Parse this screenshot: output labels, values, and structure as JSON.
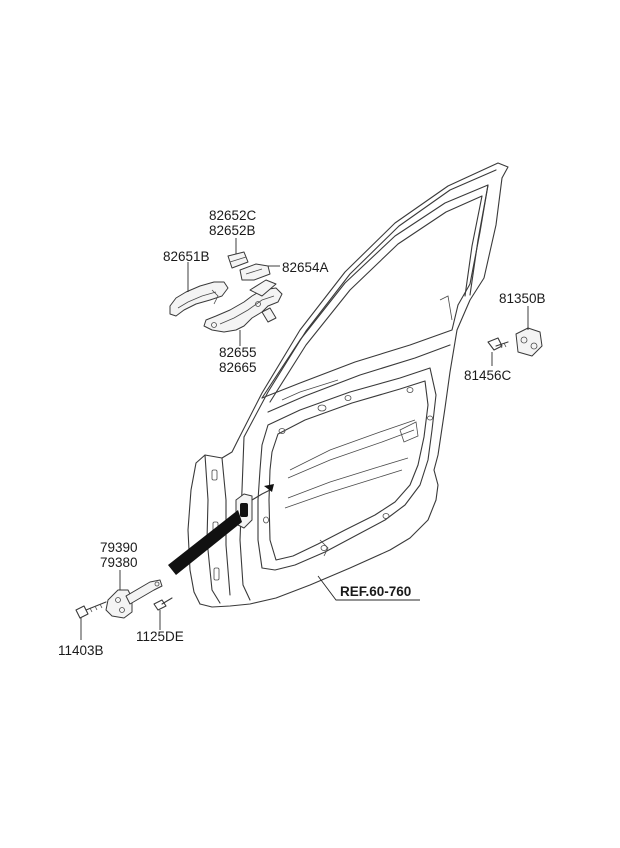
{
  "diagram": {
    "labels": {
      "p82652c": "82652C",
      "p82652b": "82652B",
      "p82651b": "82651B",
      "p82654a": "82654A",
      "p82655": "82655",
      "p82665": "82665",
      "p81350b": "81350B",
      "p81456c": "81456C",
      "p79390": "79390",
      "p79380": "79380",
      "p11403b": "11403B",
      "p1125de": "1125DE",
      "ref": "REF.60-760"
    }
  }
}
